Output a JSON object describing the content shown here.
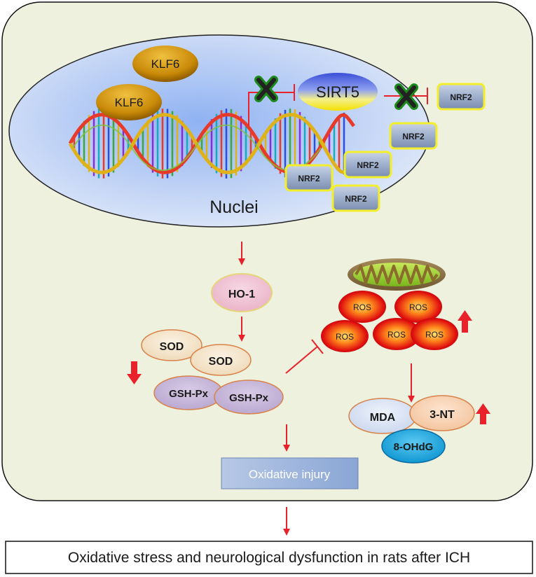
{
  "nucleus": {
    "label": "Nuclei"
  },
  "proteins": {
    "klf6": "KLF6",
    "sirt5": "SIRT5",
    "nrf2": "NRF2",
    "ho1": "HO-1",
    "sod": "SOD",
    "gsh_px": "GSH-Px",
    "ros": "ROS",
    "mda": "MDA",
    "nt3": "3-NT",
    "ohdg": "8-OHdG"
  },
  "boxes": {
    "oxidative_injury": "Oxidative injury",
    "outcome": "Oxidative stress and neurological dysfunction in rats after ICH"
  },
  "colors": {
    "panel_bg": "#eef1de",
    "arrow_red": "#e8212a",
    "nrf2_border": "#f2ee2a",
    "ros_red": "#e01010",
    "ohdg_blue": "#1aa7e0",
    "injury_box": "#a9bfe0"
  }
}
